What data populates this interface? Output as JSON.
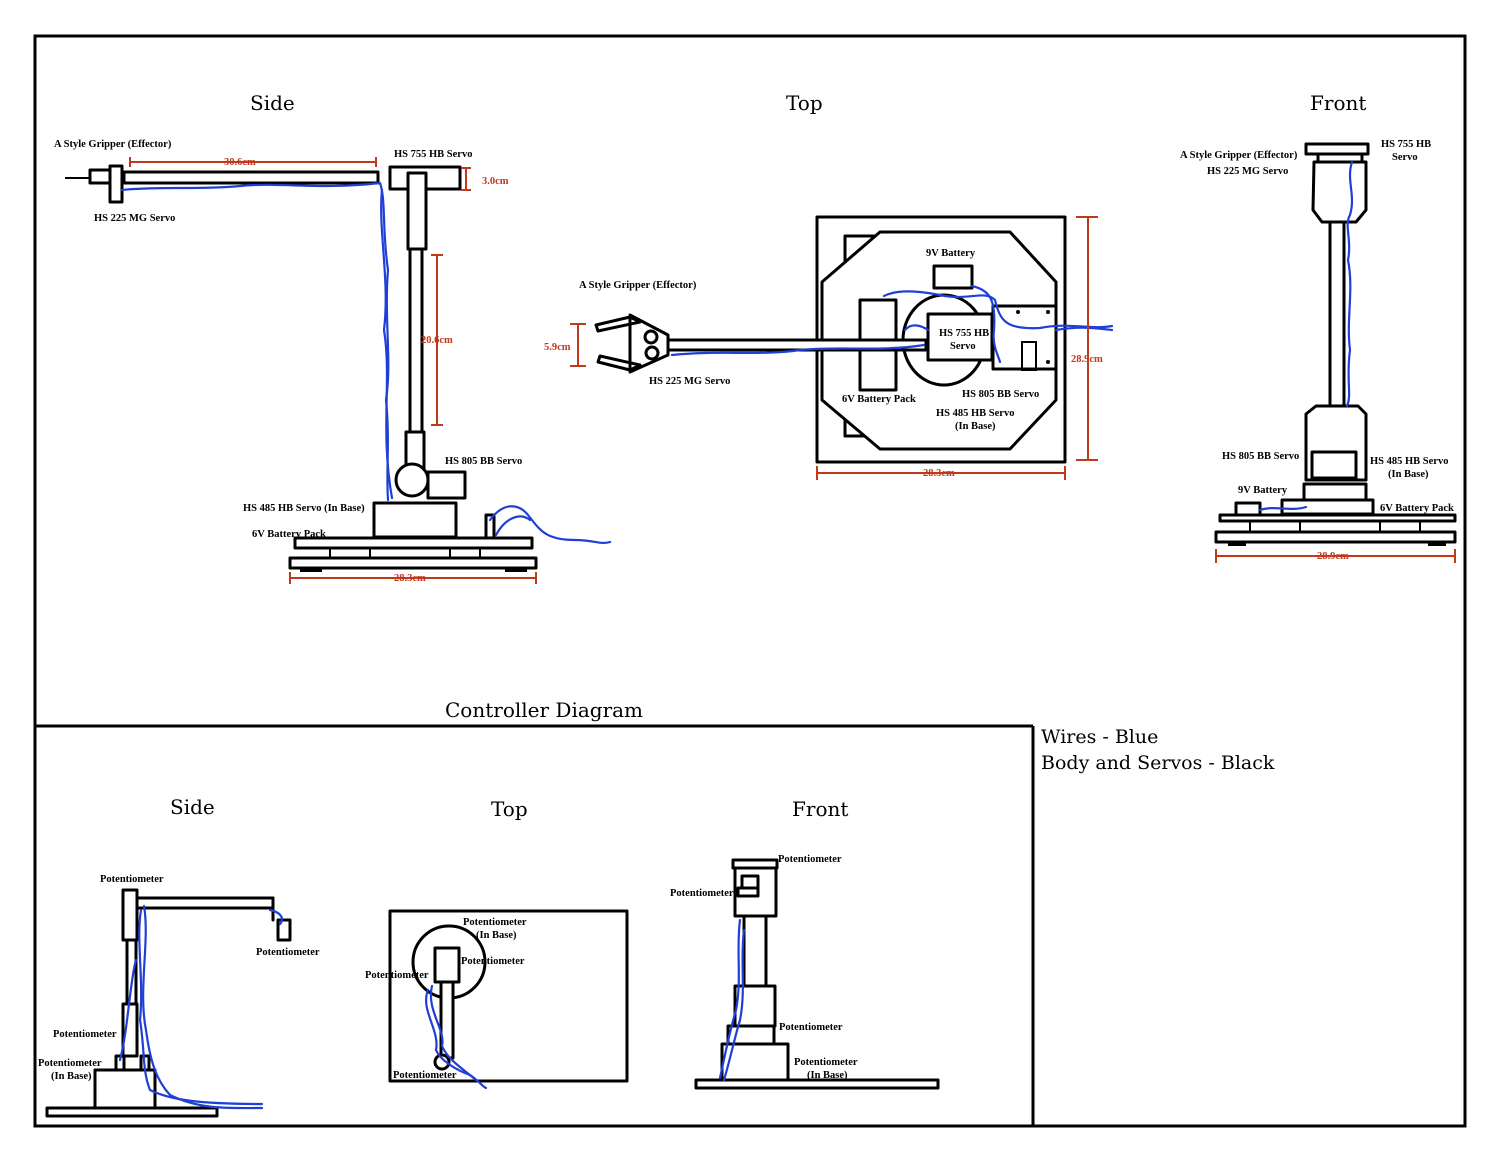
{
  "colors": {
    "wires": "#1f3fd6",
    "body": "#000000",
    "dimensions": "#c0391b"
  },
  "arm": {
    "side": {
      "heading": "Side",
      "labels": {
        "gripper": "A Style Gripper (Effector)",
        "servo_225": "HS 225 MG Servo",
        "servo_755": "HS 755 HB Servo",
        "servo_805": "HS 805 BB Servo",
        "servo_485": "HS 485 HB Servo (In Base)",
        "battery_6v": "6V Battery Pack"
      },
      "dims": {
        "reach": "30.6cm",
        "servo_height": "3.0cm",
        "upper_arm": "20.6cm",
        "base_width": "28.3cm"
      }
    },
    "top": {
      "heading": "Top",
      "labels": {
        "gripper": "A Style Gripper (Effector)",
        "servo_225": "HS 225 MG Servo",
        "battery_9v": "9V Battery",
        "servo_755_l1": "HS 755 HB",
        "servo_755_l2": "Servo",
        "servo_805": "HS 805 BB Servo",
        "battery_6v": "6V Battery Pack",
        "servo_485_l1": "HS 485 HB Servo",
        "servo_485_l2": "(In Base)"
      },
      "dims": {
        "gripper_open": "5.9cm",
        "depth": "28.9cm",
        "width": "28.3cm"
      }
    },
    "front": {
      "heading": "Front",
      "labels": {
        "gripper": "A Style Gripper (Effector)",
        "servo_225": "HS 225 MG Servo",
        "servo_755_l1": "HS 755 HB",
        "servo_755_l2": "Servo",
        "servo_805": "HS 805 BB Servo",
        "servo_485_l1": "HS 485 HB Servo",
        "servo_485_l2": "(In Base)",
        "battery_9v": "9V Battery",
        "battery_6v": "6V Battery Pack"
      },
      "dims": {
        "width": "28.9cm"
      }
    }
  },
  "controller": {
    "title": "Controller Diagram",
    "side": {
      "heading": "Side",
      "labels": {
        "pot_top": "Potentiometer",
        "pot_end": "Potentiometer",
        "pot_mid": "Potentiometer",
        "pot_base_l1": "Potentiometer",
        "pot_base_l2": "(In Base)"
      }
    },
    "top": {
      "heading": "Top",
      "labels": {
        "pot_base_l1": "Potentiometer",
        "pot_base_l2": "(In Base)",
        "pot_right": "Potentiometer",
        "pot_left": "Potentiometer",
        "pot_bottom": "Potentiometer"
      }
    },
    "front": {
      "heading": "Front",
      "labels": {
        "pot_top": "Potentiometer",
        "pot_left": "Potentiometer",
        "pot_mid": "Potentiometer",
        "pot_base_l1": "Potentiometer",
        "pot_base_l2": "(In Base)"
      }
    }
  },
  "legend": {
    "line1": "Wires - Blue",
    "line2": "Body and Servos - Black"
  }
}
